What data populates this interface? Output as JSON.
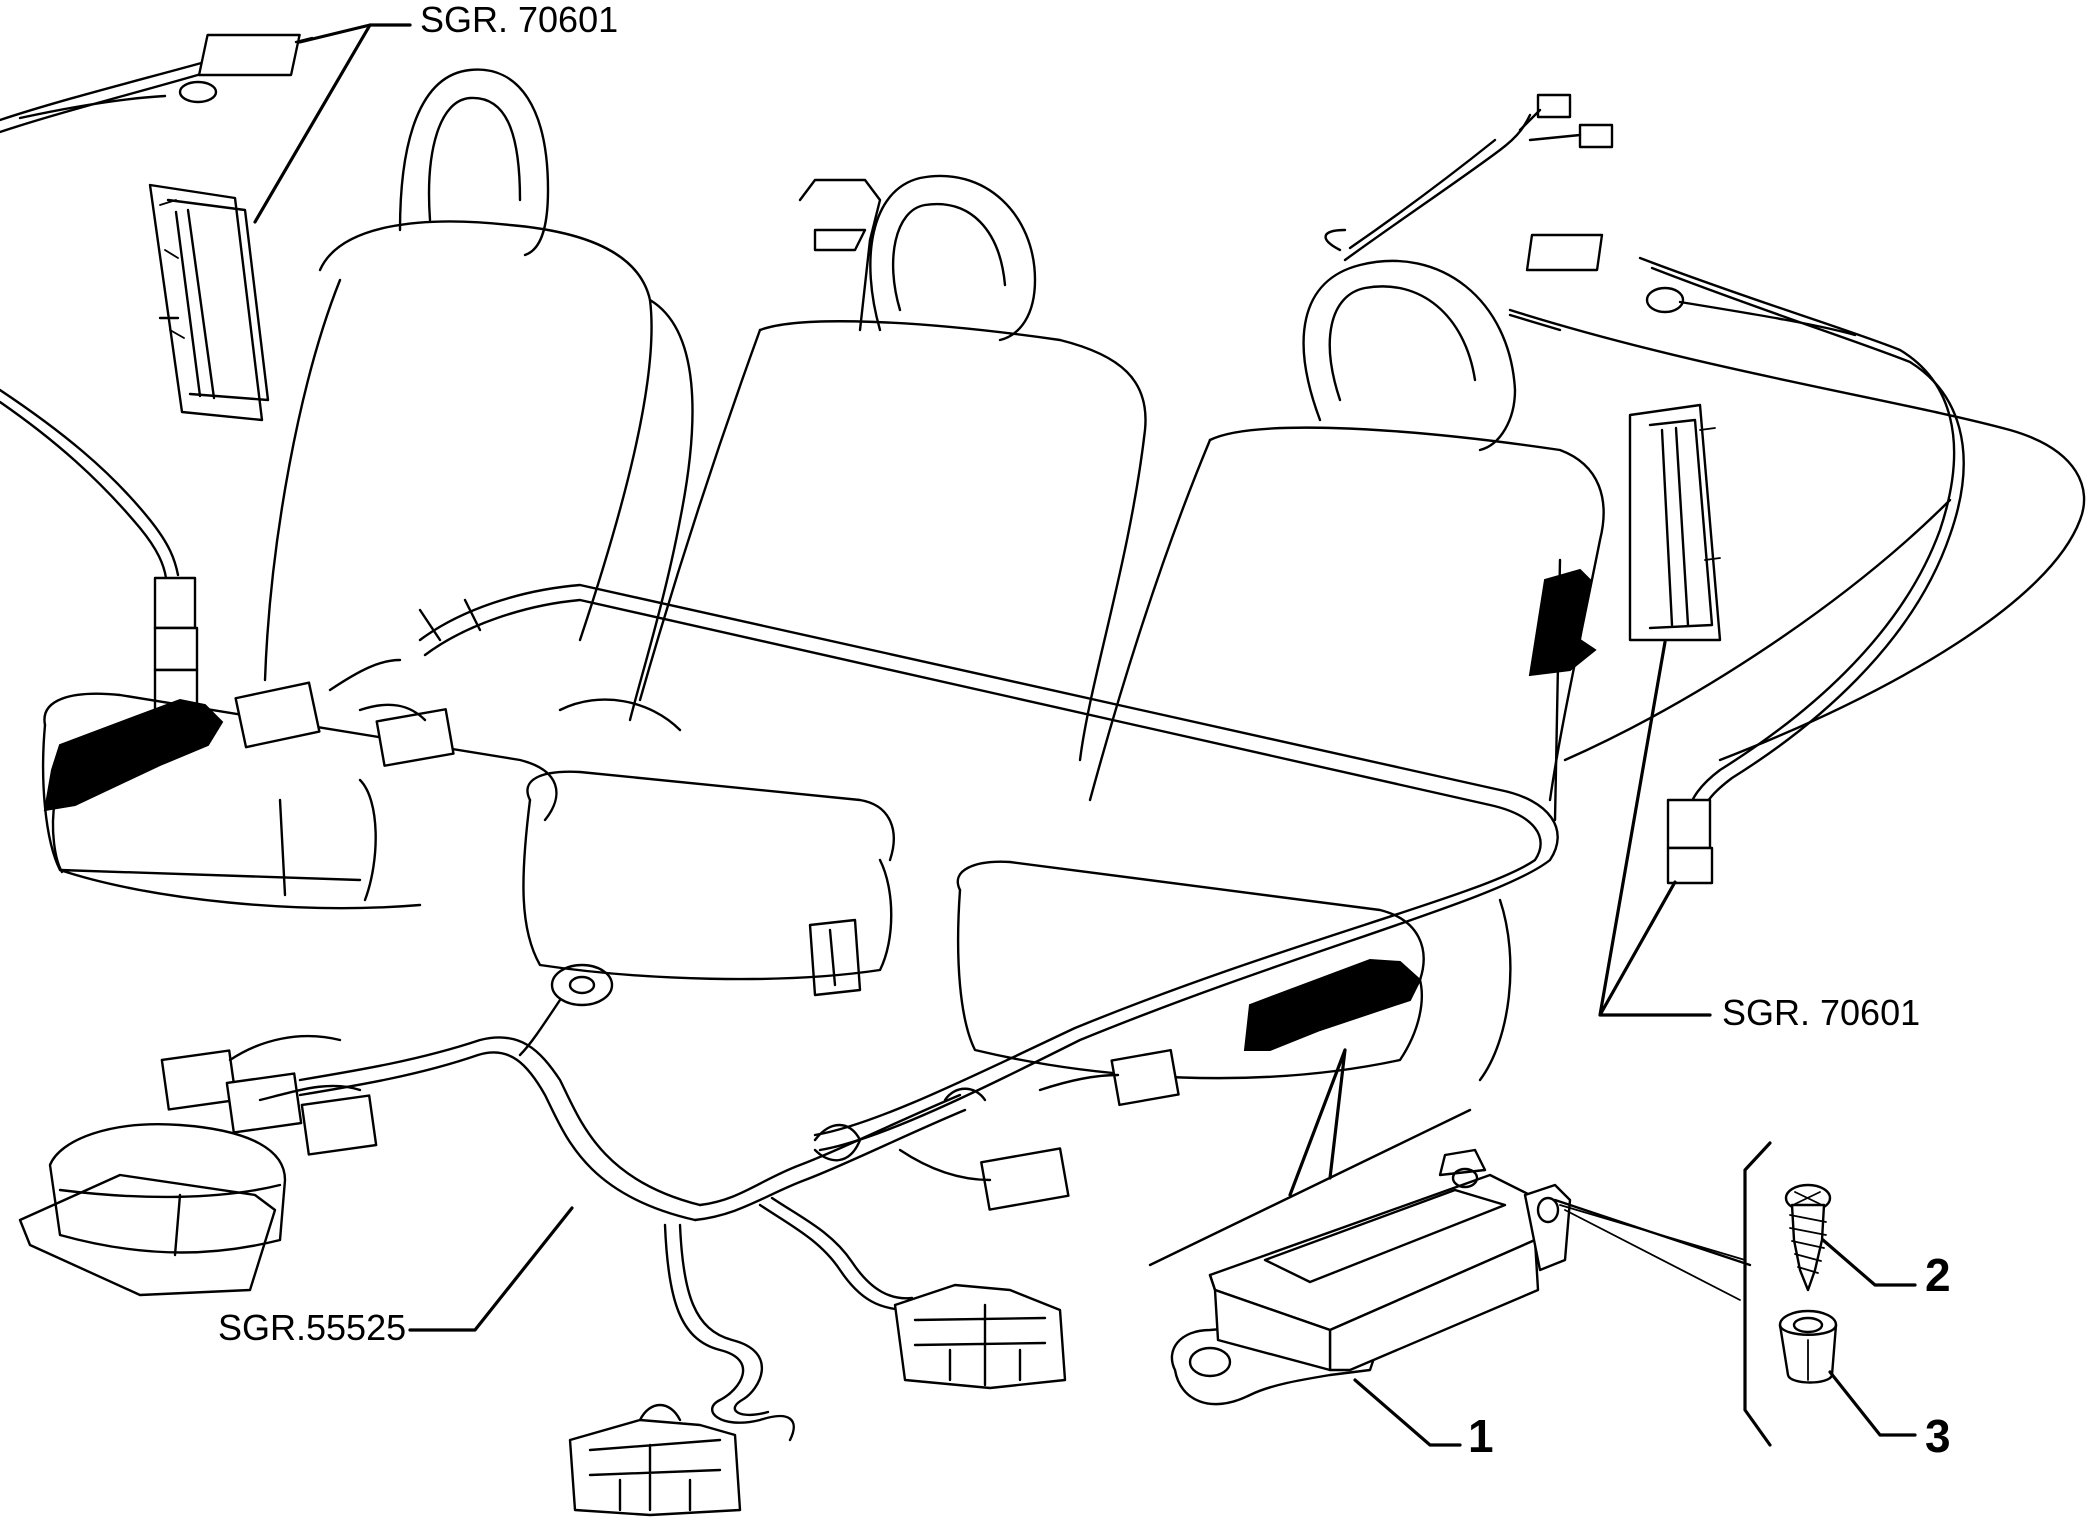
{
  "references": {
    "sgr_top_left": "SGR. 70601",
    "sgr_right": "SGR. 70601",
    "sgr_harness": "SGR.55525"
  },
  "callouts": {
    "control_unit": "1",
    "screw": "2",
    "nut": "3"
  }
}
